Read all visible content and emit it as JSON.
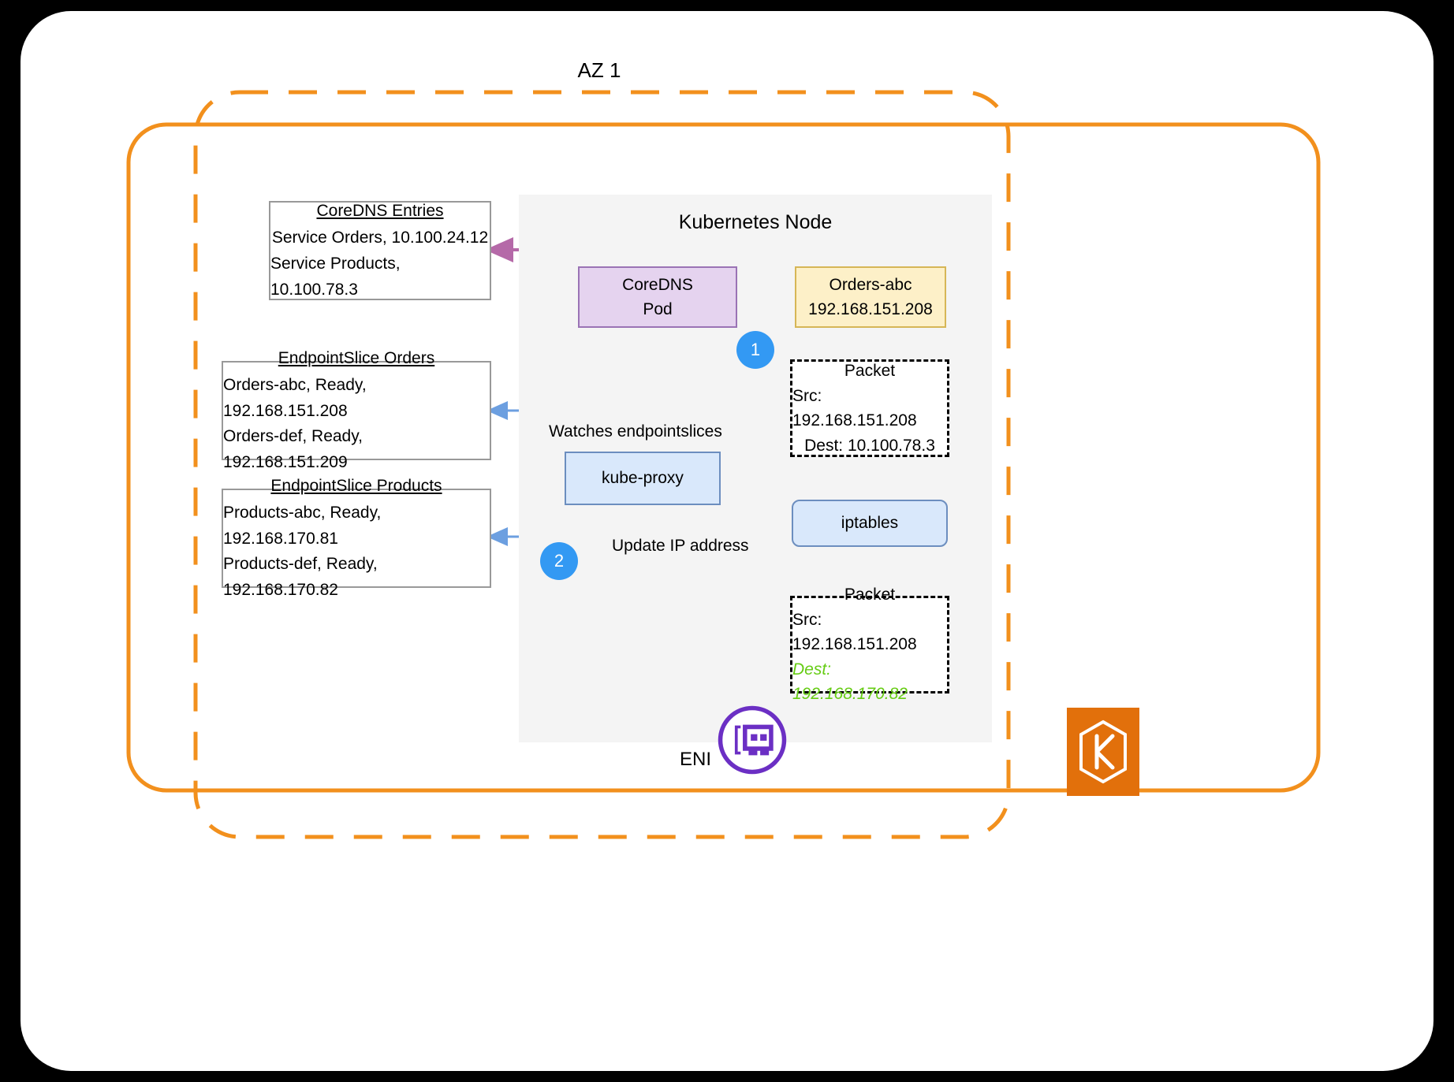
{
  "diagram": {
    "az_title": "AZ 1",
    "node_title": "Kubernetes Node"
  },
  "boxes": {
    "coredns_entries": {
      "title": "CoreDNS Entries",
      "line1": "Service Orders, 10.100.24.12",
      "line2": "Service Products, 10.100.78.3"
    },
    "endpointslice_orders": {
      "title": "EndpointSlice Orders",
      "line1": "Orders-abc, Ready, 192.168.151.208",
      "line2": "Orders-def, Ready, 192.168.151.209"
    },
    "endpointslice_products": {
      "title": "EndpointSlice Products",
      "line1": "Products-abc, Ready, 192.168.170.81",
      "line2": "Products-def, Ready, 192.168.170.82"
    },
    "coredns_pod": {
      "line1": "CoreDNS",
      "line2": "Pod"
    },
    "orders_pod": {
      "line1": "Orders-abc",
      "line2": "192.168.151.208"
    },
    "kube_proxy": {
      "label": "kube-proxy"
    },
    "iptables": {
      "label": "iptables"
    },
    "packet_top": {
      "title": "Packet",
      "src": "Src: 192.168.151.208",
      "dest": "Dest: 10.100.78.3"
    },
    "packet_bottom": {
      "title": "Packet",
      "src": "Src: 192.168.151.208",
      "dest": "Dest: 192.168.170.82"
    }
  },
  "labels": {
    "watches_endpointslices": "Watches endpointslices",
    "update_ip_address": "Update IP address",
    "eni": "ENI"
  },
  "badges": {
    "step_one": "1",
    "step_two": "2"
  },
  "colors": {
    "accent_orange": "#f2901d",
    "badge_blue": "#3399f3",
    "highlight_green": "#66cc14",
    "coredns_purple": "#9a73b5",
    "orders_yellow": "#d6b656",
    "kube_blue": "#6c8ebf",
    "eni_purple": "#6b2fc4",
    "aws_orange": "#e2700b"
  }
}
